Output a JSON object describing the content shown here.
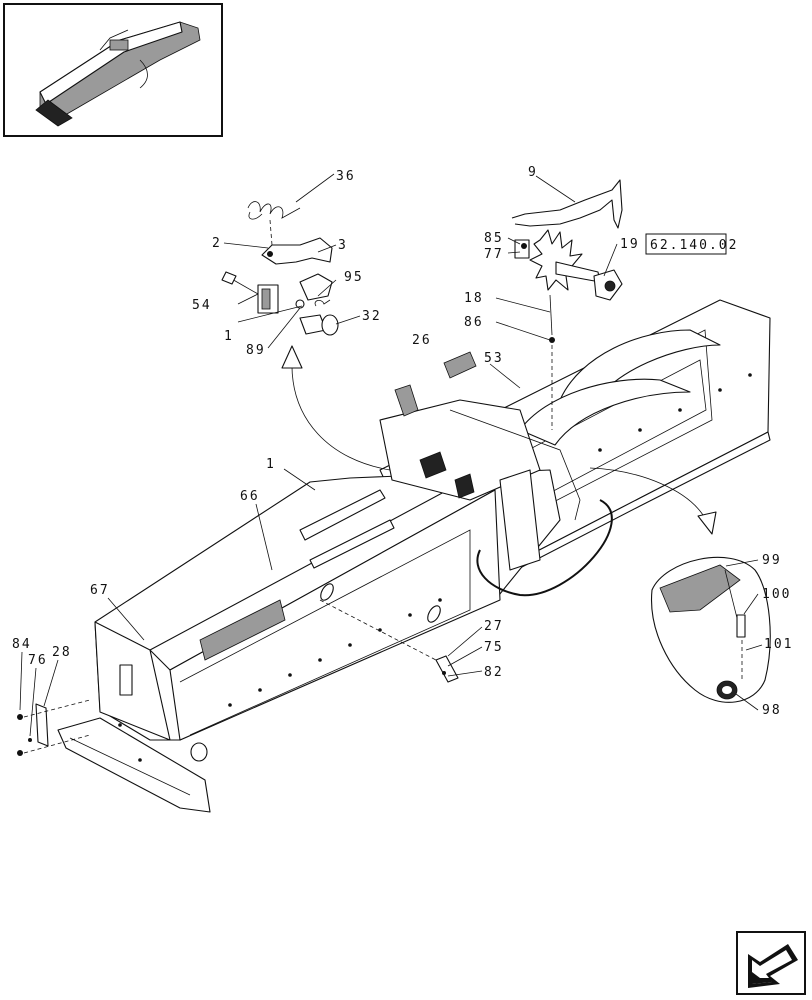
{
  "ref_box_label": "62.140.02",
  "callouts": {
    "c1": "1",
    "c1b": "1",
    "c2": "2",
    "c3": "3",
    "c9": "9",
    "c18": "18",
    "c19": "19",
    "c26": "26",
    "c27": "27",
    "c28": "28",
    "c32": "32",
    "c36": "36",
    "c53": "53",
    "c54": "54",
    "c66": "66",
    "c67": "67",
    "c75": "75",
    "c76": "76",
    "c77": "77",
    "c82": "82",
    "c84": "84",
    "c85": "85",
    "c86": "86",
    "c89": "89",
    "c95": "95",
    "c98": "98",
    "c99": "99",
    "c100": "100",
    "c101": "101"
  }
}
